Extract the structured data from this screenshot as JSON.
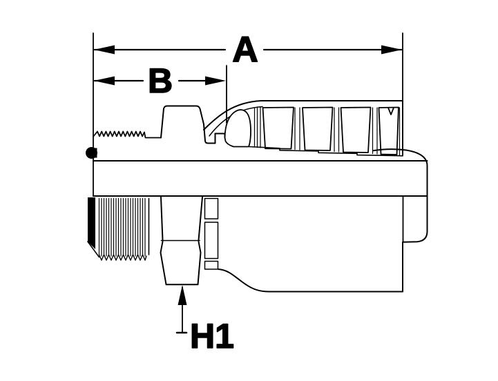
{
  "figure": {
    "type": "technical-drawing",
    "view": "side-section"
  },
  "labels": {
    "dim_a": "A",
    "dim_b": "B",
    "dim_h1": "H1"
  },
  "colors": {
    "line": "#000000",
    "background": "#ffffff"
  }
}
